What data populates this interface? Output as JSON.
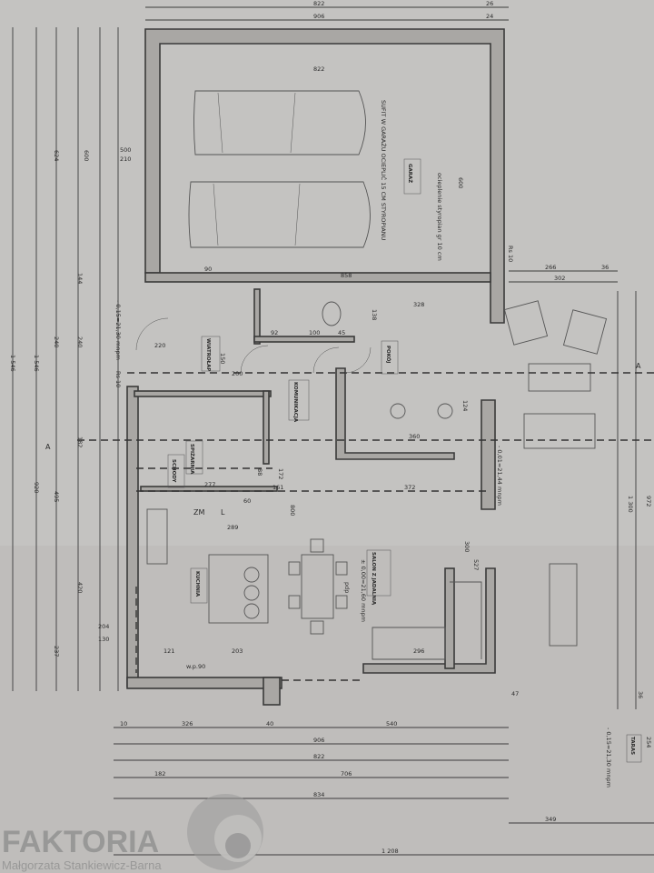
{
  "colors": {
    "paper": "#c4c3c1",
    "wall_fill": "#a9a7a4",
    "ink": "#2a2a2a",
    "watermark": "#8f8f8f"
  },
  "dimensions": {
    "top": [
      "822",
      "906",
      "26",
      "24"
    ],
    "left": [
      "1 546",
      "1 546",
      "624",
      "600",
      "920",
      "495",
      "420",
      "237",
      "240",
      "240",
      "144",
      "182"
    ],
    "right": [
      "1 300",
      "972",
      "254",
      "302",
      "266",
      "36",
      "36"
    ],
    "bottom": [
      "10",
      "326",
      "40",
      "540",
      "906",
      "822",
      "182",
      "706",
      "834",
      "1 208",
      "349",
      "47"
    ],
    "garage_inner_width": "822",
    "garage_depth": "600",
    "garage_side": [
      "500",
      "210"
    ],
    "interior": [
      "858",
      "328",
      "372",
      "161",
      "289",
      "277",
      "203",
      "296",
      "121",
      "90",
      "92",
      "100",
      "45",
      "200",
      "220",
      "360",
      "124",
      "138",
      "300",
      "527",
      "150",
      "60",
      "88",
      "172",
      "800",
      "204",
      "130"
    ]
  },
  "notes": {
    "garage_ceiling": "SUFIT W GARAŻU OCIEPLIĆ 15 CM STYROPIANU",
    "insulation": "ocieplenie styropian gr 10 cm",
    "level_main": "± 0,00=21,60 mnpm",
    "level_entry": "- 0,15=21,30 mnpm",
    "level_room": "- 0,01=21,44 mnpm",
    "level_terrace": "- 0,15=21,30 mnpm",
    "rs": "Rs 10",
    "window": "w.p.90",
    "section": "A",
    "zm": "ZM",
    "l": "L",
    "pdp": "pdp"
  },
  "rooms": {
    "garage": "GARAŻ",
    "vestibule": "WIATROŁAP",
    "hall": "KOMUNIKACJA",
    "room": "POKÓJ",
    "stairs": "SCHODY",
    "pantry": "SPIŻARNIA",
    "kitchen": "KUCHNIA",
    "living": "SALON Z JADALNIĄ",
    "terrace": "TARAS"
  },
  "watermark": {
    "brand": "FAKTORIA",
    "author": "Małgorzata Stankiewicz-Barna"
  }
}
